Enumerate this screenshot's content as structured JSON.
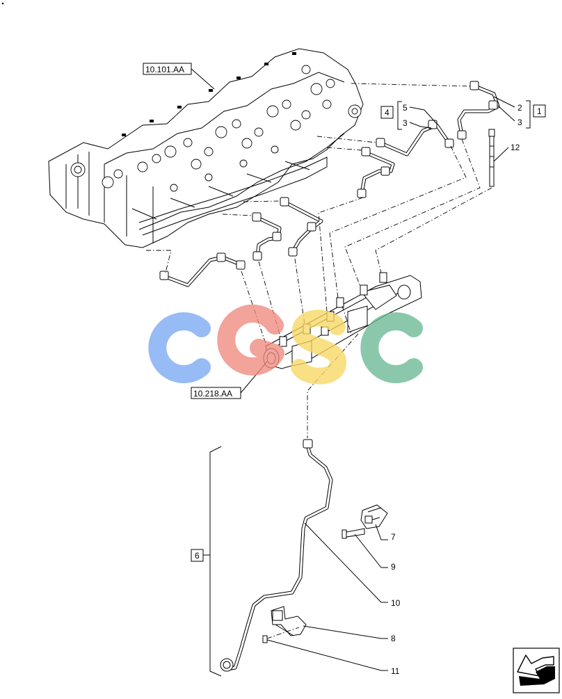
{
  "references": {
    "cylinder_head": "10.101.AA",
    "fuel_rail": "10.218.AA"
  },
  "callouts": {
    "n1": "1",
    "n2": "2",
    "n3a": "3",
    "n3b": "3",
    "n4": "4",
    "n5": "5",
    "n6": "6",
    "n7": "7",
    "n8": "8",
    "n9": "9",
    "n10": "10",
    "n11": "11",
    "n12": "12"
  },
  "watermark": {
    "text": "CGSC",
    "colors": [
      "#7aa9f2",
      "#ef8a7e",
      "#f8d864",
      "#6bb994"
    ]
  }
}
